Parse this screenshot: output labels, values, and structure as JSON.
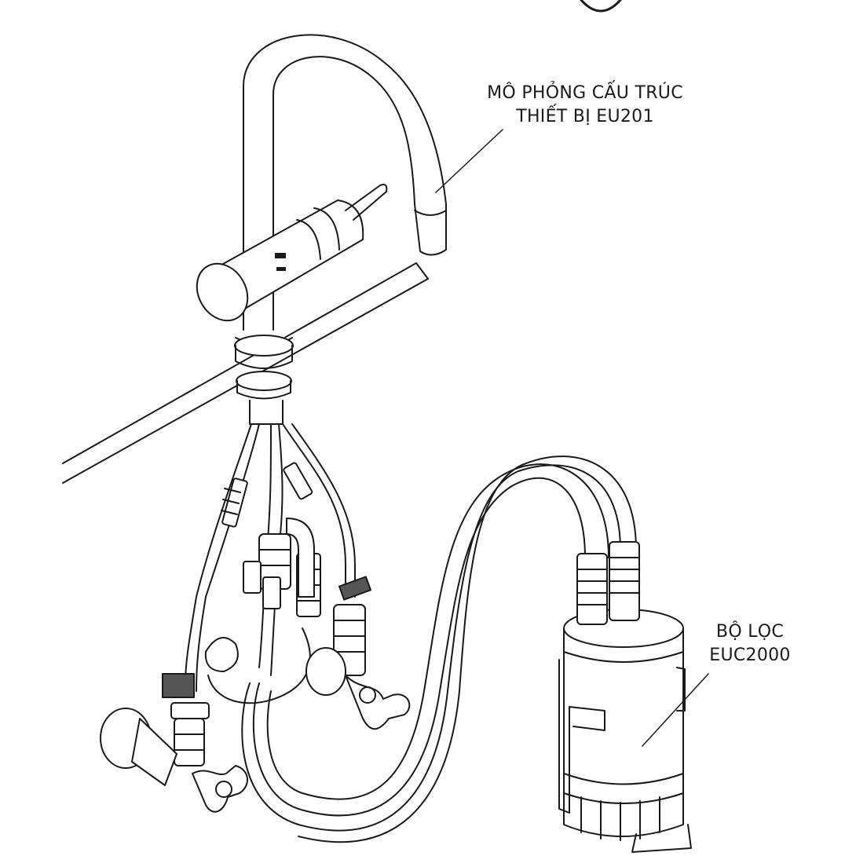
{
  "callouts": {
    "faucet": {
      "line1": "MÔ PHỎNG CẤU TRÚC",
      "line2": "THIẾT BỊ EU201"
    },
    "filter": {
      "line1": "BỘ LỌC",
      "line2": "EUC2000"
    }
  },
  "colors": {
    "stroke": "#1a1a1a",
    "fill": "#ffffff",
    "tape": "#555555"
  }
}
